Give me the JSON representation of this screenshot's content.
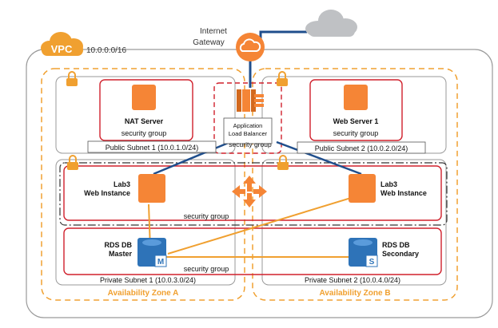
{
  "vpc": {
    "badge": "VPC",
    "cidr": "10.0.0.0/16"
  },
  "internet_gateway": {
    "line1": "Internet",
    "line2": "Gateway"
  },
  "load_balancer": {
    "line1": "Application",
    "line2": "Load Balancer",
    "sg": "security group"
  },
  "nat_server": {
    "title": "NAT Server",
    "sg": "security group"
  },
  "web_server": {
    "title": "Web Server 1",
    "sg": "security group"
  },
  "public_subnet_1": "Public Subnet 1 (10.0.1.0/24)",
  "public_subnet_2": "Public Subnet 2 (10.0.2.0/24)",
  "lab3_left": {
    "line1": "Lab3",
    "line2": "Web Instance"
  },
  "lab3_right": {
    "line1": "Lab3",
    "line2": "Web Instance"
  },
  "web_sg": "security group",
  "rds_master": {
    "line1": "RDS DB",
    "line2": "Master",
    "badge": "M"
  },
  "rds_secondary": {
    "line1": "RDS DB",
    "line2": "Secondary",
    "badge": "S"
  },
  "db_sg": "security group",
  "private_subnet_1": "Private Subnet 1 (10.0.3.0/24)",
  "private_subnet_2": "Private Subnet 2 (10.0.4.0/24)",
  "az_a": "Availability Zone A",
  "az_b": "Availability Zone B",
  "colors": {
    "aws_orange": "#F58536",
    "az_orange": "#F0A030",
    "sg_red": "#D0202C",
    "link_blue": "#1F4E8C",
    "rds_blue": "#2E73B8",
    "cloud_gray": "#BFC1C4"
  }
}
